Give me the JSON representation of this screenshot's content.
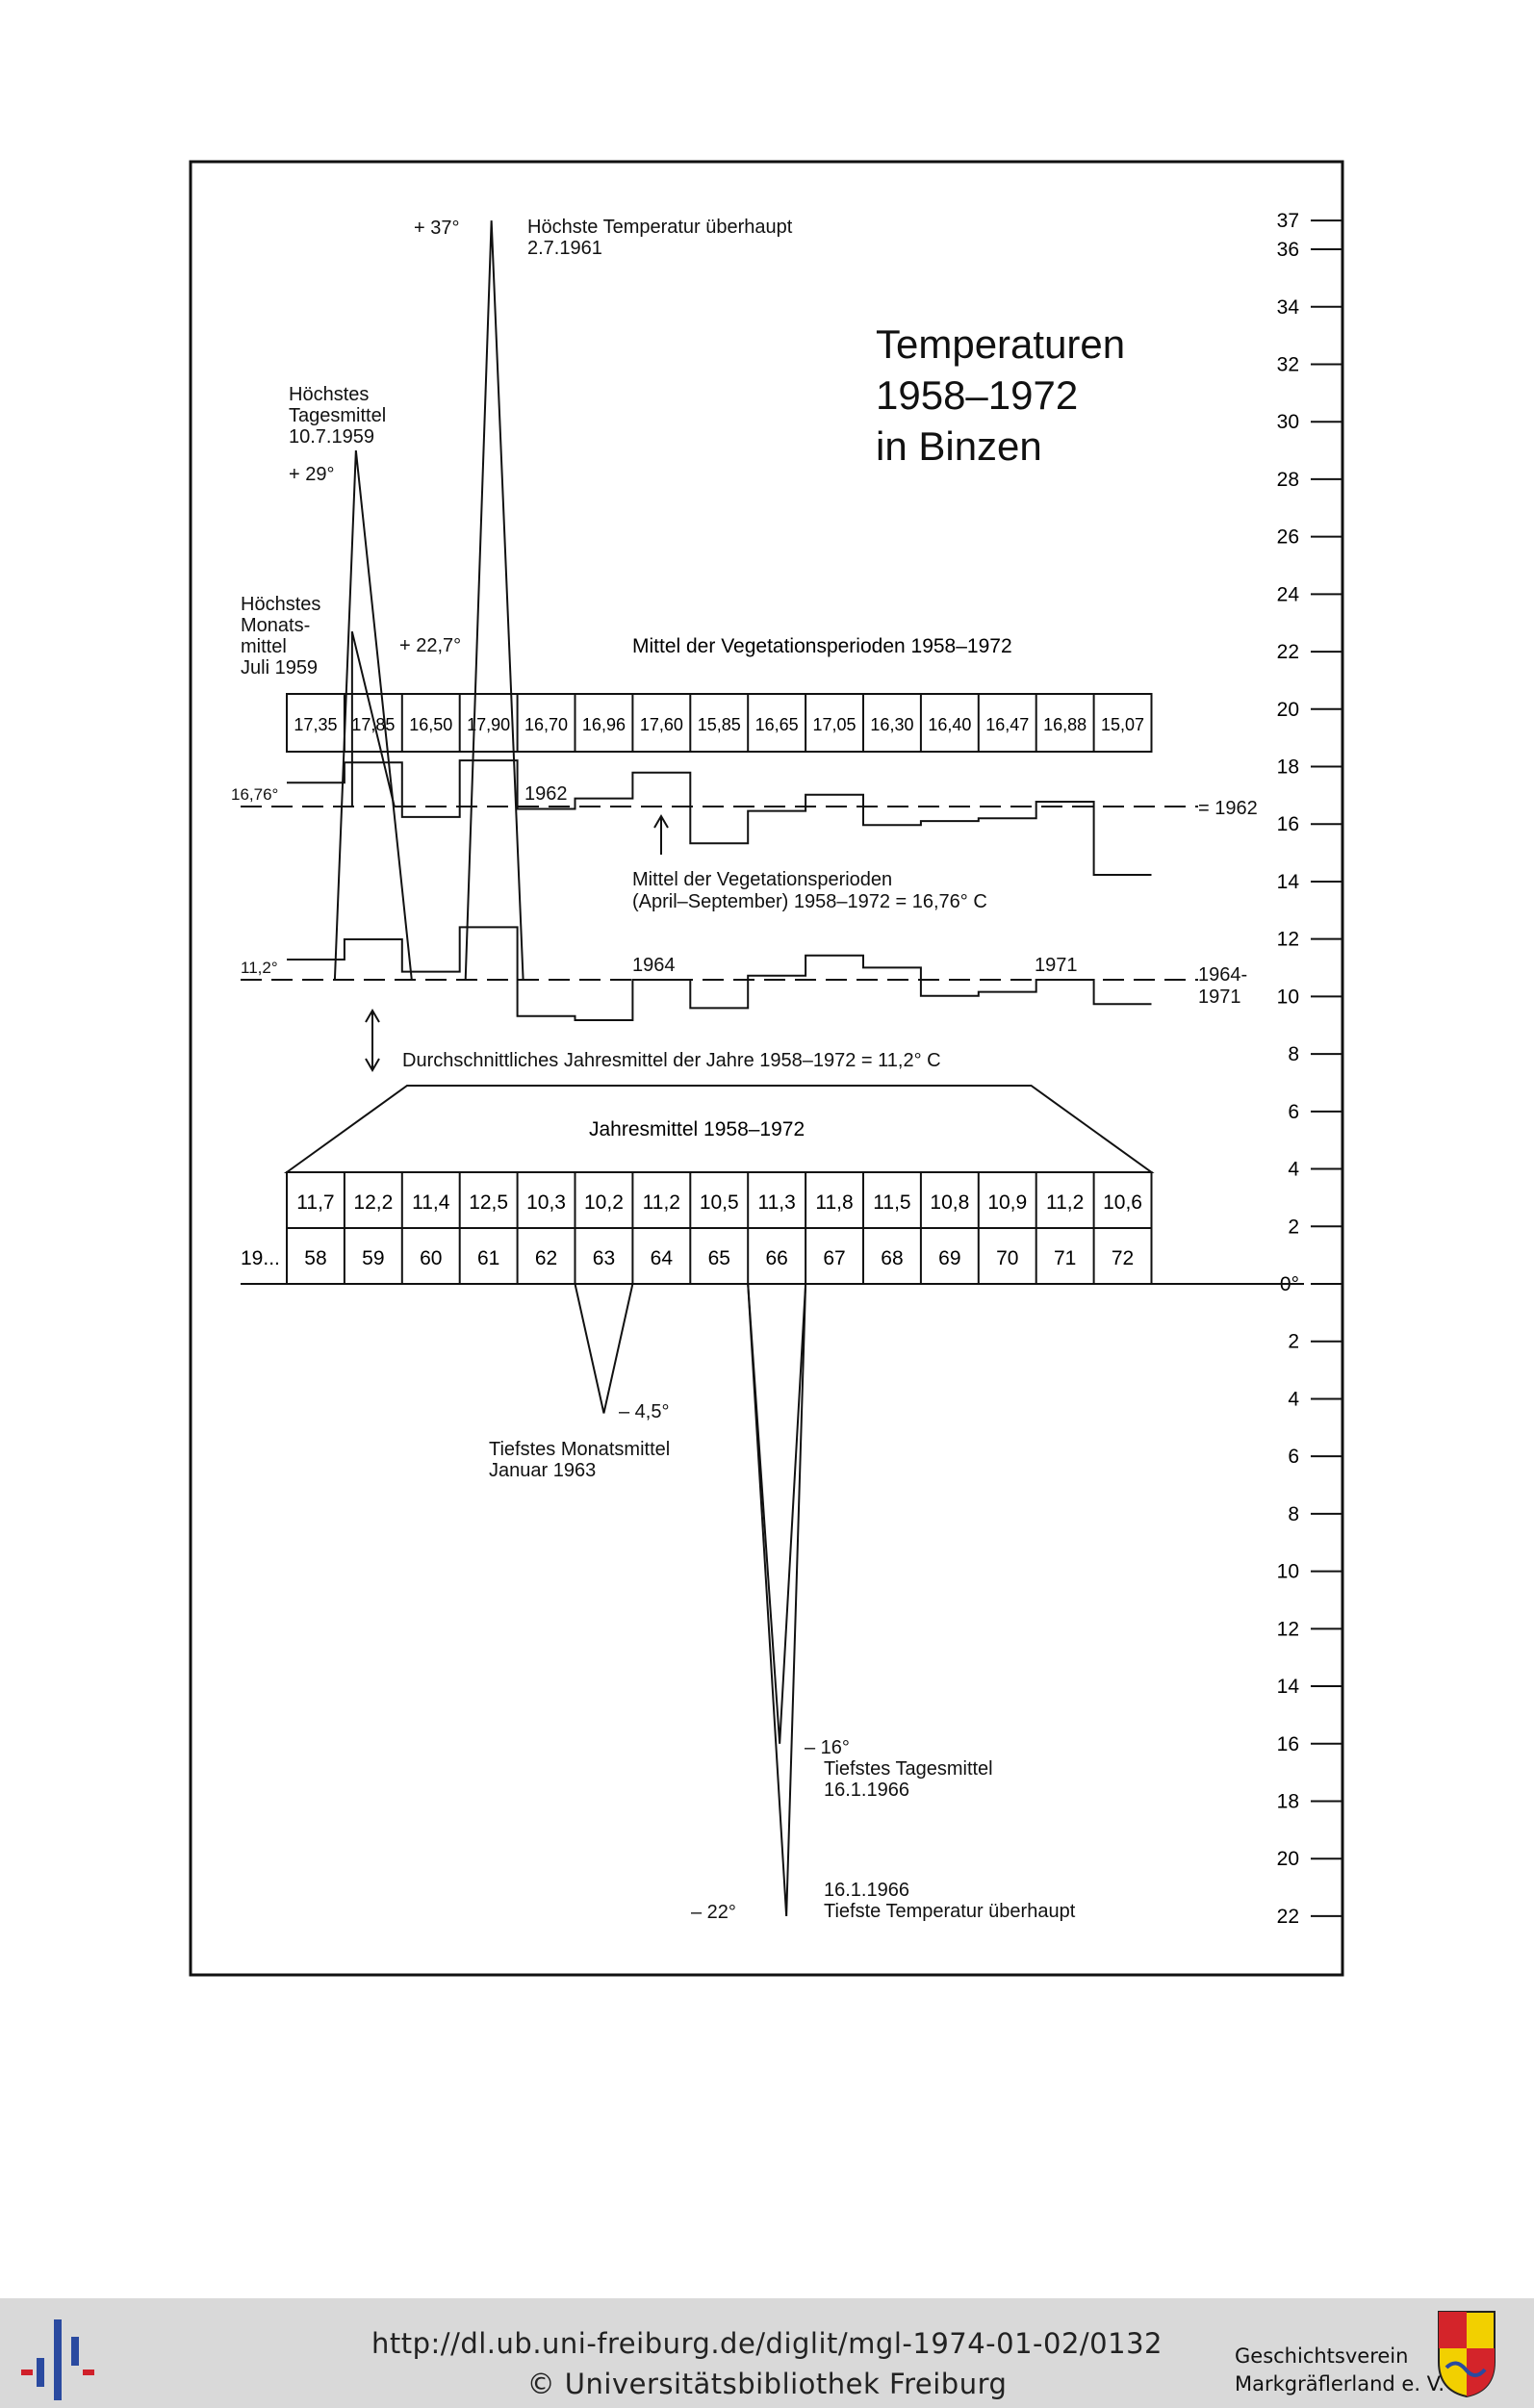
{
  "chart_data": {
    "type": "line",
    "title_lines": [
      "Temperaturen",
      "1958–1972",
      "in Binzen"
    ],
    "axis_ticks": [
      "37",
      "36",
      "34",
      "32",
      "30",
      "28",
      "26",
      "24",
      "22",
      "20",
      "18",
      "16",
      "14",
      "12",
      "10",
      "8",
      "6",
      "4",
      "2",
      "0°",
      "2",
      "4",
      "6",
      "8",
      "10",
      "12",
      "14",
      "16",
      "18",
      "20",
      "22"
    ],
    "year_prefix": "19...",
    "years": [
      "58",
      "59",
      "60",
      "61",
      "62",
      "63",
      "64",
      "65",
      "66",
      "67",
      "68",
      "69",
      "70",
      "71",
      "72"
    ],
    "vegetation_header": "Mittel der Vegetationsperioden 1958–1972",
    "vegetation_values": [
      "17,35",
      "17,85",
      "16,50",
      "17,90",
      "16,70",
      "16,96",
      "17,60",
      "15,85",
      "16,65",
      "17,05",
      "16,30",
      "16,40",
      "16,47",
      "16,88",
      "15,07"
    ],
    "vegetation_mean_label": "16,76°",
    "vegetation_mean": 16.76,
    "vegetation_mean_right": "= 1962",
    "vegetation_mean_year": "1962",
    "vegetation_note_lines": [
      "Mittel der Vegetationsperioden",
      "(April–September) 1958–1972 = 16,76° C"
    ],
    "annual_header": "Jahresmittel 1958–1972",
    "annual_values": [
      "11,7",
      "12,2",
      "11,4",
      "12,5",
      "10,3",
      "10,2",
      "11,2",
      "10,5",
      "11,3",
      "11,8",
      "11,5",
      "10,8",
      "10,9",
      "11,2",
      "10,6"
    ],
    "annual_mean_label": "11,2°",
    "annual_mean": 11.2,
    "annual_mean_years": [
      "1964",
      "1971"
    ],
    "annual_mean_right": [
      "1964-",
      "1971"
    ],
    "annual_note": "Durchschnittliches Jahresmittel der Jahre 1958–1972 = 11,2° C",
    "extremes": {
      "max_temp": {
        "value": 37,
        "label": "+ 37°",
        "text": [
          "Höchste Temperatur überhaupt",
          "2.7.1961"
        ]
      },
      "max_daily_mean": {
        "value": 29,
        "label": "+ 29°",
        "text": [
          "Höchstes",
          "Tagesmittel",
          "10.7.1959"
        ]
      },
      "max_monthly_mean": {
        "value": 22.7,
        "label": "+ 22,7°",
        "text": [
          "Höchstes",
          "Monats-",
          "mittel",
          "Juli 1959"
        ]
      },
      "min_monthly_mean": {
        "value": -4.5,
        "label": "– 4,5°",
        "text": [
          "Tiefstes Monatsmittel",
          "Januar 1963"
        ]
      },
      "min_daily_mean": {
        "value": -16,
        "label": "– 16°",
        "text": [
          "Tiefstes Tagesmittel",
          "16.1.1966"
        ]
      },
      "min_temp": {
        "value": -22,
        "label": "– 22°",
        "text": [
          "16.1.1966",
          "Tiefste Temperatur überhaupt"
        ]
      }
    }
  },
  "footer": {
    "url": "http://dl.ub.uni-freiburg.de/diglit/mgl-1974-01-02/0132",
    "copyright": "© Universitätsbibliothek Freiburg",
    "society_lines": [
      "Geschichtsverein",
      "Markgräflerland e. V."
    ],
    "logo_icon": "ub-freiburg-logo-icon",
    "crest_icon": "coat-of-arms-icon",
    "colors": {
      "logo_red": "#d0202a",
      "logo_blue": "#2a4aa0",
      "crest_red": "#d4242a",
      "crest_yellow": "#f2d000"
    }
  }
}
